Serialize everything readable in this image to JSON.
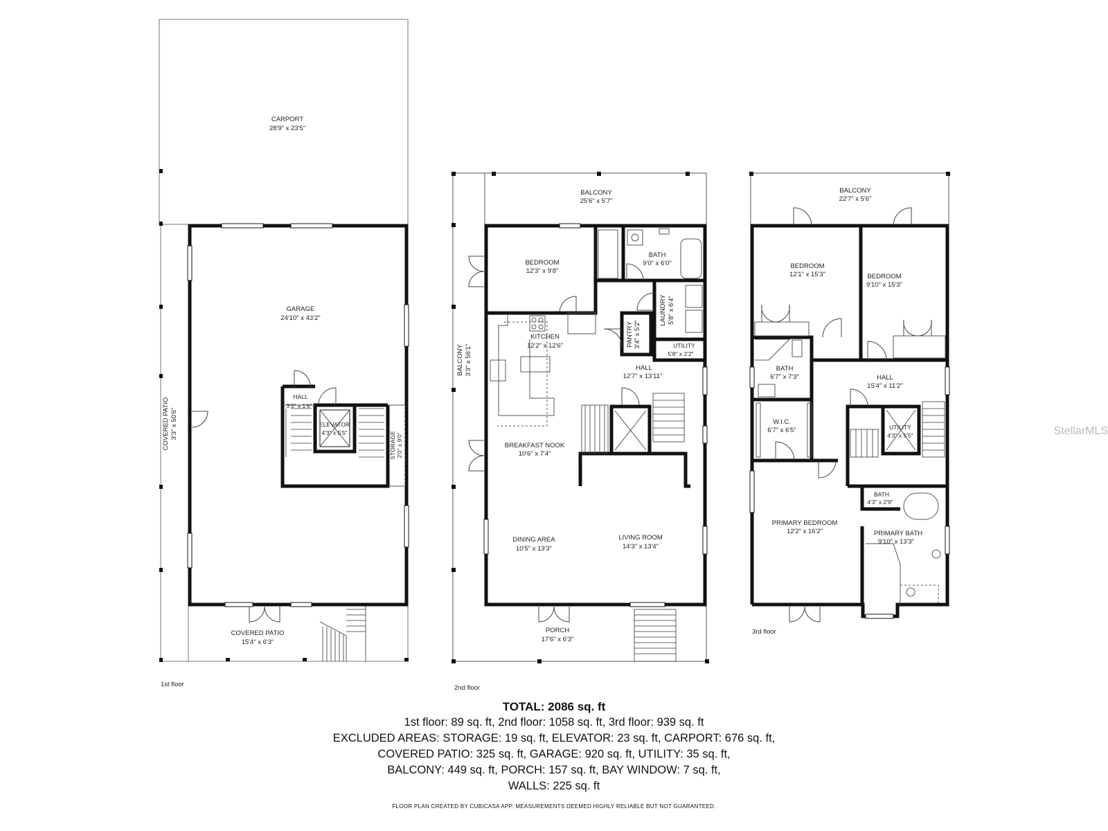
{
  "floors": {
    "first": {
      "label": "1st floor",
      "rooms": {
        "carport": {
          "name": "CARPORT",
          "dims": "28'9\" x 23'5\""
        },
        "garage": {
          "name": "GARAGE",
          "dims": "24'10\" x 43'2\""
        },
        "hall": {
          "name": "HALL",
          "dims": "3'3\" x 1'6\""
        },
        "elevator": {
          "name": "ELEVATOR",
          "dims": "4'3\" x 5'5\""
        },
        "storage": {
          "name": "STORAGE",
          "dims": "2'0\" x 9'0\""
        },
        "covered_patio_side": {
          "name": "COVERED PATIO",
          "dims": "3'3\" x 50'6\""
        },
        "covered_patio_front": {
          "name": "COVERED PATIO",
          "dims": "15'4\" x 6'3\""
        }
      }
    },
    "second": {
      "label": "2nd floor",
      "rooms": {
        "balcony_top": {
          "name": "BALCONY",
          "dims": "25'6\" x 5'7\""
        },
        "balcony_side": {
          "name": "BALCONY",
          "dims": "3'3\" x 56'1\""
        },
        "bedroom": {
          "name": "BEDROOM",
          "dims": "12'3\" x 9'8\""
        },
        "bath": {
          "name": "BATH",
          "dims": "9'0\" x 6'0\""
        },
        "laundry": {
          "name": "LAUNDRY",
          "dims": "5'8\" x 6'4\""
        },
        "pantry": {
          "name": "PANTRY",
          "dims": "3'4\" x 5'2\""
        },
        "utility": {
          "name": "UTILITY",
          "dims": "5'8\" x 2'2\""
        },
        "kitchen": {
          "name": "KITCHEN",
          "dims": "12'2\" x 12'6\""
        },
        "hall": {
          "name": "HALL",
          "dims": "12'7\" x 13'11\""
        },
        "breakfast_nook": {
          "name": "BREAKFAST NOOK",
          "dims": "10'6\" x 7'4\""
        },
        "dining_area": {
          "name": "DINING AREA",
          "dims": "10'5\" x 13'3\""
        },
        "living_room": {
          "name": "LIVING ROOM",
          "dims": "14'3\" x 13'4\""
        },
        "porch": {
          "name": "PORCH",
          "dims": "17'6\" x 6'3\""
        }
      }
    },
    "third": {
      "label": "3rd floor",
      "rooms": {
        "balcony": {
          "name": "BALCONY",
          "dims": "22'7\" x 5'6\""
        },
        "bedroom_1": {
          "name": "BEDROOM",
          "dims": "12'1\" x 15'3\""
        },
        "bedroom_2": {
          "name": "BEDROOM",
          "dims": "9'10\" x 15'3\""
        },
        "bath": {
          "name": "BATH",
          "dims": "6'7\" x 7'3\""
        },
        "hall": {
          "name": "HALL",
          "dims": "15'4\" x 11'2\""
        },
        "wic": {
          "name": "W.I.C.",
          "dims": "6'7\" x 6'5\""
        },
        "utility": {
          "name": "UTILITY",
          "dims": "4'3\" x 5'5\""
        },
        "bath_small": {
          "name": "BATH",
          "dims": "4'3\" x 2'9\""
        },
        "primary_bedroom": {
          "name": "PRIMARY BEDROOM",
          "dims": "12'2\" x 16'2\""
        },
        "primary_bath": {
          "name": "PRIMARY BATH",
          "dims": "9'10\" x 13'3\""
        }
      }
    }
  },
  "summary": {
    "total": "TOTAL: 2086 sq. ft",
    "lines": [
      "1st floor: 89 sq. ft, 2nd floor: 1058 sq. ft, 3rd floor: 939 sq. ft",
      "EXCLUDED AREAS: STORAGE: 19 sq. ft, ELEVATOR: 23 sq. ft, CARPORT: 676 sq. ft,",
      "COVERED PATIO: 325 sq. ft, GARAGE: 920 sq. ft, UTILITY: 35 sq. ft,",
      "BALCONY: 449 sq. ft, PORCH: 157 sq. ft, BAY WINDOW: 7 sq. ft,",
      "WALLS: 225 sq. ft"
    ]
  },
  "disclaimer": "FLOOR PLAN CREATED BY CUBICASA APP. MEASUREMENTS DEEMED HIGHLY RELIABLE BUT NOT GUARANTEED.",
  "watermark": "StellarMLS"
}
